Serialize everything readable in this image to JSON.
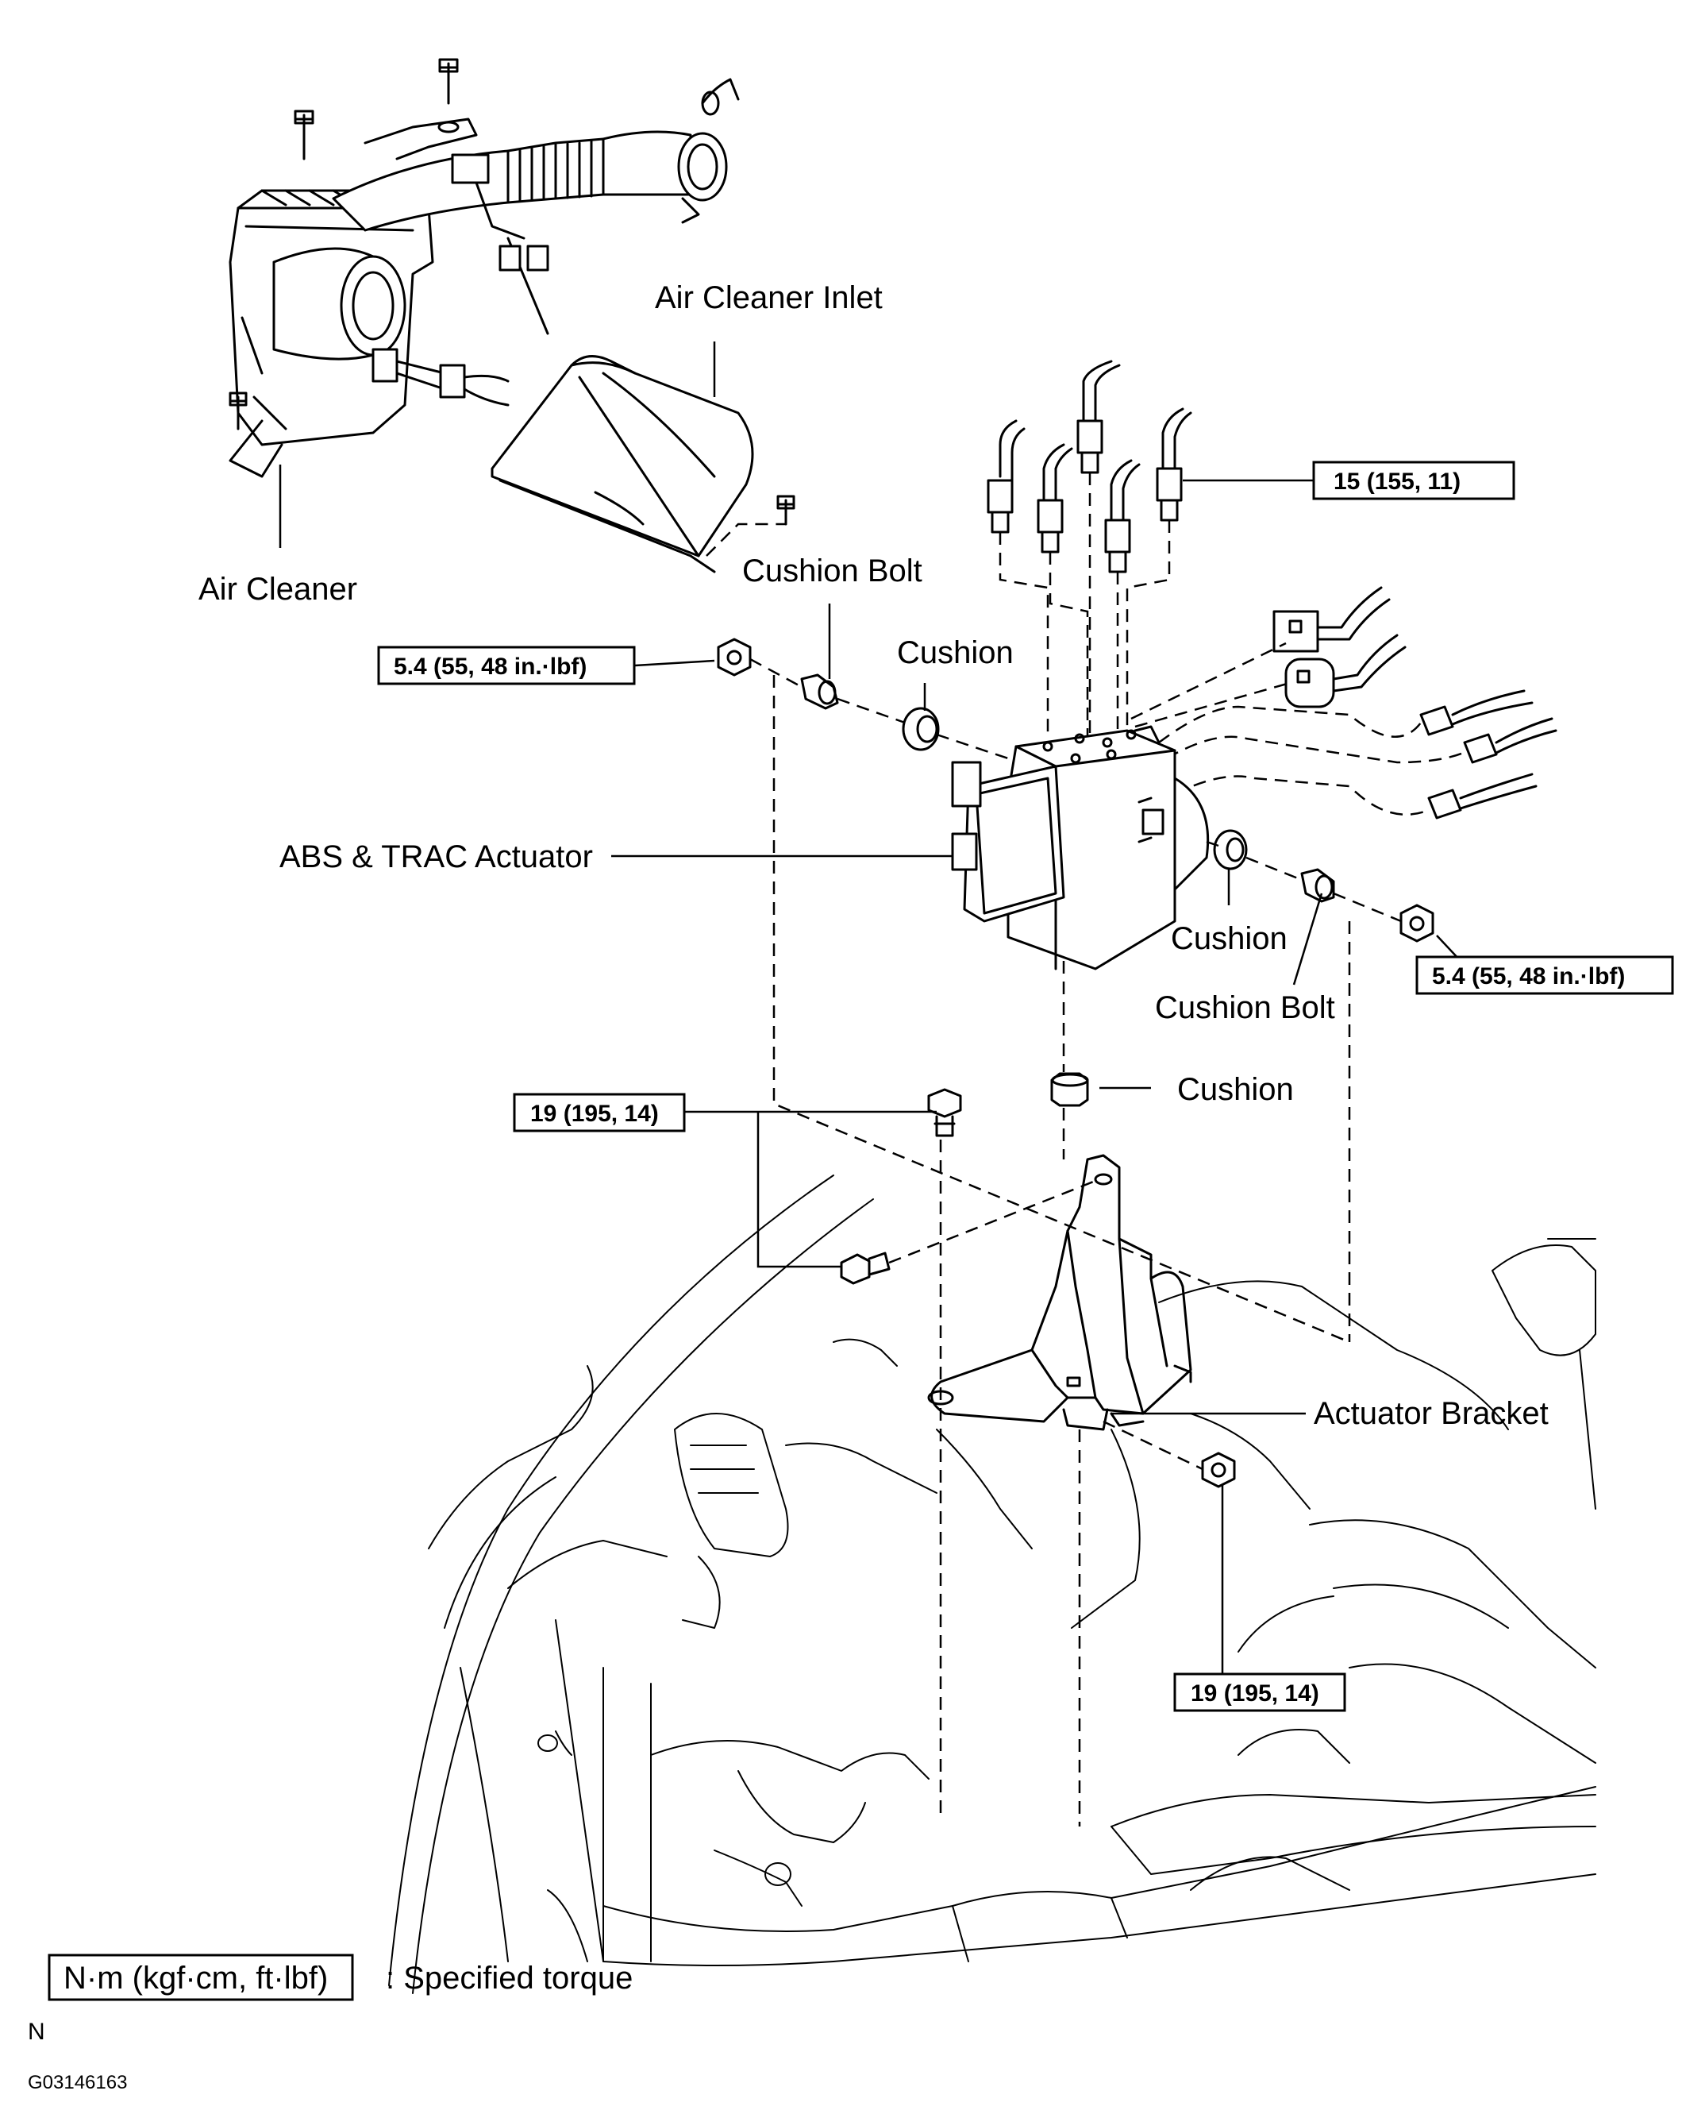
{
  "labels": {
    "air_cleaner_inlet": "Air Cleaner Inlet",
    "air_cleaner": "Air Cleaner",
    "cushion_bolt_top": "Cushion Bolt",
    "cushion_top": "Cushion",
    "abs_trac_actuator": "ABS & TRAC Actuator",
    "cushion_right": "Cushion",
    "cushion_bolt_right": "Cushion Bolt",
    "cushion_lower": "Cushion",
    "actuator_bracket": "Actuator Bracket"
  },
  "torques": {
    "brake_lines": "15 (155, 11)",
    "nut_left": "5.4 (55, 48 in.·lbf)",
    "nut_right": "5.4 (55, 48 in.·lbf)",
    "bracket_bolts": "19 (195, 14)",
    "bracket_nut": "19 (195, 14)"
  },
  "legend": {
    "unit_box": "N·m (kgf·cm, ft·lbf)",
    "description": ": Specified torque"
  },
  "footer": {
    "letter": "N",
    "figure_code": "G03146163"
  }
}
